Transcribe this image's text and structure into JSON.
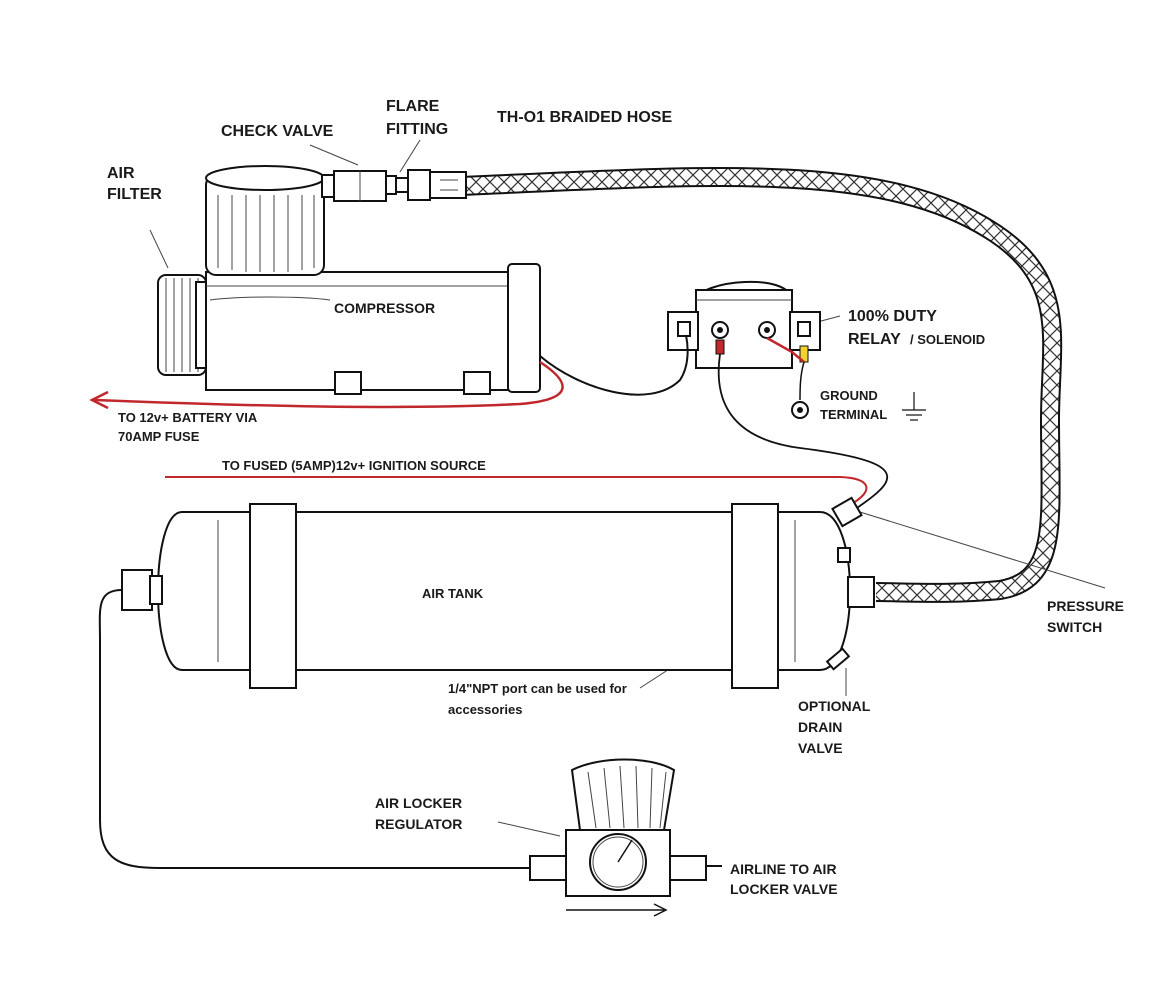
{
  "labels": {
    "check_valve": "CHECK VALVE",
    "flare": "FLARE",
    "fitting": "FITTING",
    "braided_hose": "TH-O1 BRAIDED HOSE",
    "air": "AIR",
    "filter": "FILTER",
    "compressor": "COMPRESSOR",
    "relay_line1": "100% DUTY",
    "relay_line2": "RELAY",
    "relay_line2b": "/ SOLENOID",
    "ground_line1": "GROUND",
    "ground_line2": "TERMINAL",
    "battery_line1": "TO 12v+ BATTERY VIA",
    "battery_line2": "70AMP FUSE",
    "ignition": "TO FUSED (5AMP)12v+ IGNITION SOURCE",
    "air_tank": "AIR TANK",
    "pressure_line1": "PRESSURE",
    "pressure_line2": "SWITCH",
    "npt_line1": "1/4\"NPT port can be used for",
    "npt_line2": "accessories",
    "drain_line1": "OPTIONAL",
    "drain_line2": "DRAIN",
    "drain_line3": "VALVE",
    "regulator_line1": "AIR LOCKER",
    "regulator_line2": "REGULATOR",
    "airline_line1": "AIRLINE TO AIR",
    "airline_line2": "LOCKER VALVE"
  },
  "colors": {
    "wire_red": "#c0282d",
    "wire_black": "#111111",
    "terminal_yellow": "#f2d22e",
    "line": "#111111"
  }
}
